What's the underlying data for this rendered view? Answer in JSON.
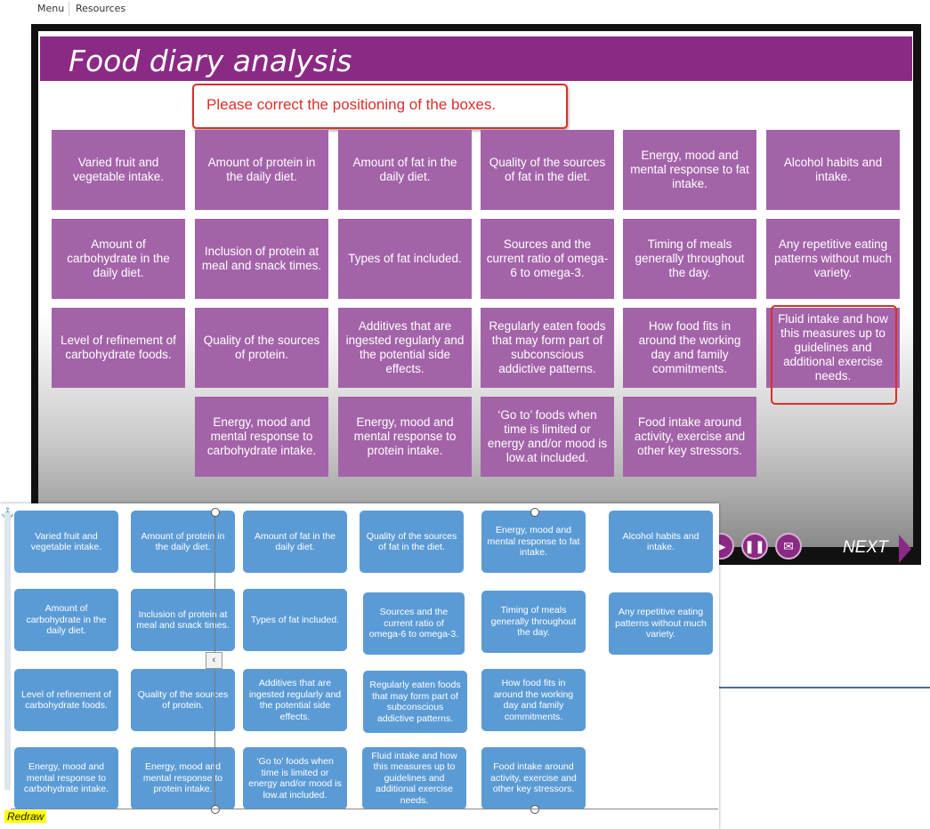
{
  "topbar": {
    "menu": "Menu",
    "resources": "Resources"
  },
  "slide": {
    "title": "Food diary analysis",
    "note": "Please correct the positioning of the boxes.",
    "boxes": [
      "Varied fruit and vegetable intake.",
      "Amount of protein in the daily diet.",
      "Amount of fat in the daily diet.",
      "Quality of the sources of fat in the diet.",
      "Energy, mood and mental response to fat intake.",
      "Alcohol habits and intake.",
      "Amount of carbohydrate in the daily diet.",
      "Inclusion of protein at meal and snack times.",
      "Types of fat included.",
      "Sources and the current ratio of omega-6 to omega-3.",
      "Timing of meals generally throughout the day.",
      "Any repetitive eating patterns without much variety.",
      "Level of refinement of carbohydrate foods.",
      "Quality of the sources of protein.",
      "Additives that are ingested regularly and the potential side effects.",
      "Regularly eaten foods that may form part of subconscious addictive patterns.",
      "How food fits in around the working day and family commitments.",
      "Fluid intake and how this measures up to guidelines and additional exercise needs.",
      "Energy, mood and mental response to carbohydrate intake.",
      "Energy, mood and mental response to protein intake.",
      "‘Go to’ foods when time is limited or energy and/or mood is low.at included.",
      "Food intake around activity, exercise and other key stressors."
    ]
  },
  "controls": {
    "next_label": "NEXT",
    "play_icon": "play-icon",
    "pause_icon": "pause-icon",
    "notes_icon": "speech-bubble-icon"
  },
  "editor": {
    "redraw_label": "Redraw",
    "collapse_glyph": "‹",
    "boxes": [
      "Varied fruit and vegetable intake.",
      "Amount of protein in the daily diet.",
      "Amount of fat in the daily diet.",
      "Quality of the sources of fat in the diet.",
      "Energy, mood and mental response to fat intake.",
      "Alcohol habits and intake.",
      "Amount of carbohydrate in the daily diet.",
      "Inclusion of protein at meal and snack times.",
      "Types of fat included.",
      "Sources and the current ratio of omega-6 to omega-3.",
      "Timing of meals generally throughout the day.",
      "Any repetitive eating patterns without much variety.",
      "Level of refinement of carbohydrate foods.",
      "Quality of the sources of protein.",
      "Additives that are ingested regularly and the potential side effects.",
      "Regularly eaten foods that may form part of subconscious addictive patterns.",
      "How food fits in around the working day and family commitments.",
      "Energy, mood and mental response to carbohydrate intake.",
      "Energy, mood and mental response to protein intake.",
      "‘Go to’ foods when time is limited or energy and/or mood is low.at included.",
      "Fluid intake and how this measures up to guidelines and additional exercise needs.",
      "Food intake around activity, exercise and other key stressors."
    ]
  },
  "colors": {
    "title_bar": "#8b2a84",
    "slide_box": "#a363a8",
    "editor_box": "#5b9bd5",
    "highlight": "#d9302a"
  }
}
